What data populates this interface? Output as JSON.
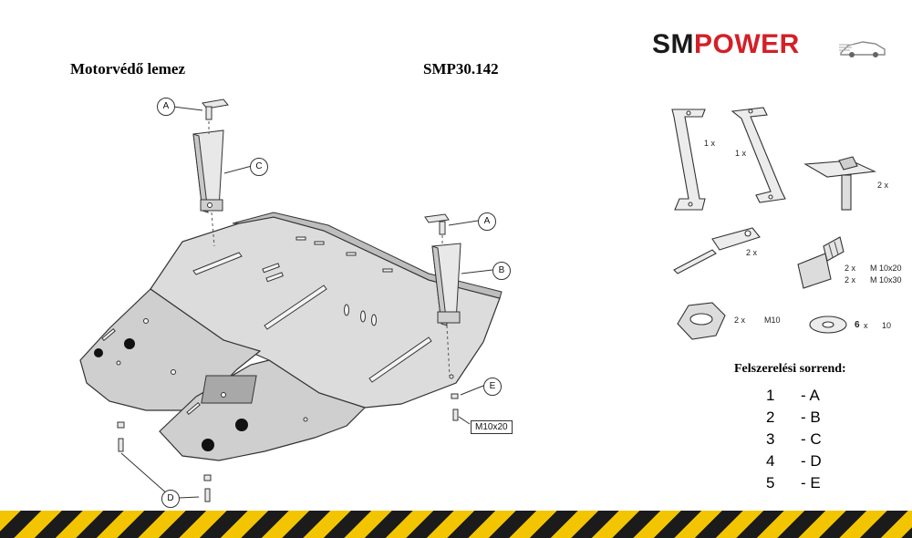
{
  "header": {
    "product_name": "Motorvédő lemez",
    "product_code": "SMP30.142"
  },
  "logo": {
    "text_sm": "SM",
    "text_power": "POWER",
    "color_sm": "#1a1a1a",
    "color_power": "#d32027"
  },
  "diagram": {
    "callouts": [
      "A",
      "C",
      "A",
      "B",
      "E",
      "D"
    ],
    "bolt_label": "M10x20"
  },
  "parts": {
    "bracket_1_qty": "1 x",
    "bracket_2_qty": "1 x",
    "clip_qty": "2 x",
    "plate_qty": "2 x",
    "bolt_qty_1": "2 x",
    "bolt_size_1": "M 10x20",
    "bolt_qty_2": "2 x",
    "bolt_size_2": "M 10x30",
    "nut_qty": "2 x",
    "nut_size": "M10",
    "washer_qty": "6",
    "washer_x": "x",
    "washer_size": "10"
  },
  "sequence": {
    "heading": "Felszerelési sorrend:",
    "steps": [
      {
        "num": "1",
        "letter": "- A"
      },
      {
        "num": "2",
        "letter": "- B"
      },
      {
        "num": "3",
        "letter": "- C"
      },
      {
        "num": "4",
        "letter": "- D"
      },
      {
        "num": "5",
        "letter": "- E"
      }
    ]
  },
  "colors": {
    "plate_fill": "#dcdcdc",
    "plate_stroke": "#333333",
    "stripe_yellow": "#f2c500",
    "stripe_black": "#1b1b1b"
  }
}
